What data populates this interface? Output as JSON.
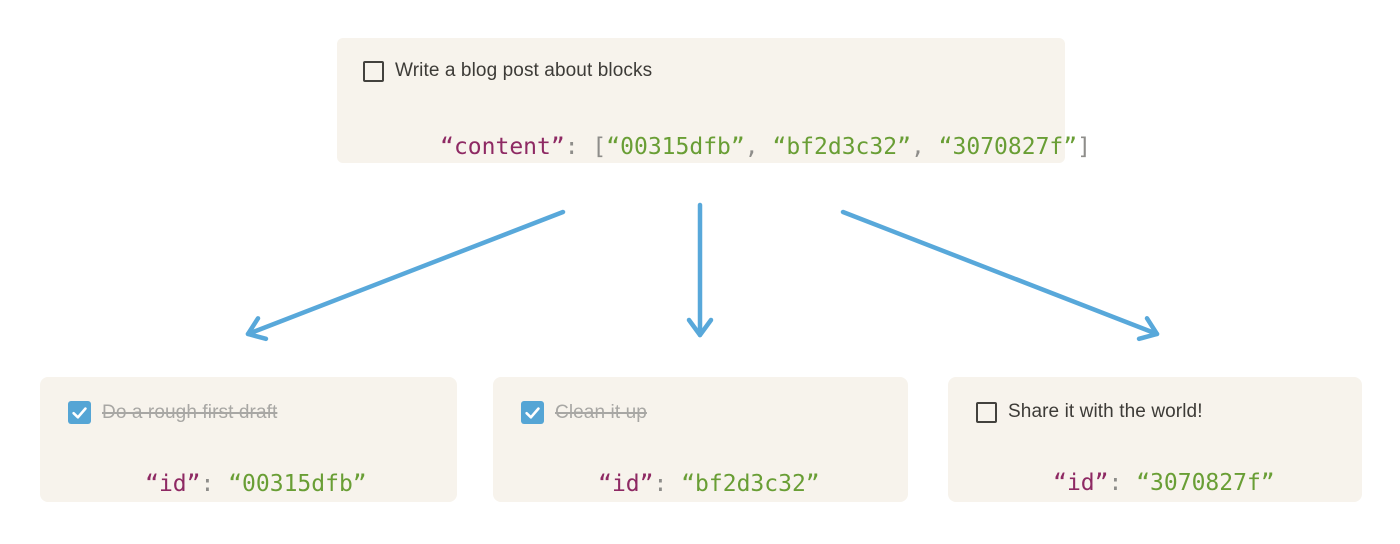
{
  "colors": {
    "card_background": "#f7f3ec",
    "arrow_blue": "#58a8da",
    "checkbox_checked_blue": "#55a5d5",
    "code_key_maroon": "#8e2963",
    "code_string_green": "#699e35",
    "code_punctuation_gray": "#8e8d8a",
    "task_text": "#3d3b37",
    "completed_task_gray": "#a8a7a4"
  },
  "parent_card": {
    "task": {
      "label": "Write a blog post about blocks",
      "checked": false
    },
    "code": [
      {
        "t": "“content”",
        "c": "key"
      },
      {
        "t": ": ",
        "c": "punct"
      },
      {
        "t": "[",
        "c": "punct"
      },
      {
        "t": "“00315dfb”",
        "c": "string"
      },
      {
        "t": ", ",
        "c": "punct"
      },
      {
        "t": "“bf2d3c32”",
        "c": "string"
      },
      {
        "t": ", ",
        "c": "punct"
      },
      {
        "t": "“3070827f”",
        "c": "string"
      },
      {
        "t": "]",
        "c": "punct"
      }
    ]
  },
  "child_cards": [
    {
      "task": {
        "label": "Do a rough first draft",
        "checked": true,
        "completed": true
      },
      "code": [
        {
          "t": "“id”",
          "c": "key"
        },
        {
          "t": ": ",
          "c": "punct"
        },
        {
          "t": "“00315dfb”",
          "c": "string"
        }
      ]
    },
    {
      "task": {
        "label": "Clean it up",
        "checked": true,
        "completed": true
      },
      "code": [
        {
          "t": "“id”",
          "c": "key"
        },
        {
          "t": ": ",
          "c": "punct"
        },
        {
          "t": "“bf2d3c32”",
          "c": "string"
        }
      ]
    },
    {
      "task": {
        "label": "Share it with the world!",
        "checked": false,
        "completed": false
      },
      "code": [
        {
          "t": "“id”",
          "c": "key"
        },
        {
          "t": ": ",
          "c": "punct"
        },
        {
          "t": "“3070827f”",
          "c": "string"
        }
      ]
    }
  ]
}
